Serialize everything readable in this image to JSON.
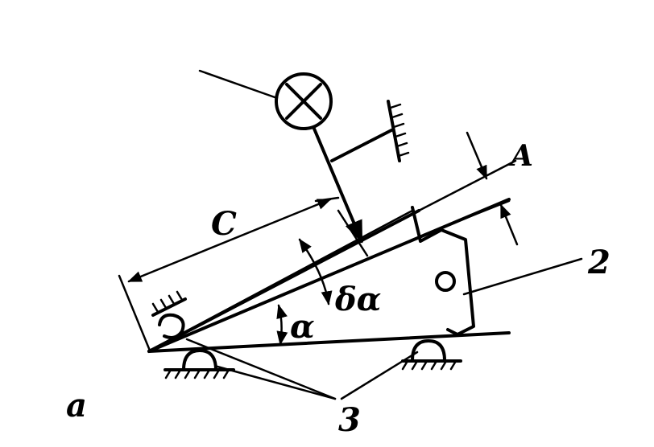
{
  "labels": {
    "dim_c": "C",
    "dim_a": "A",
    "angle": "α",
    "deviation": "δα",
    "part_2": "2",
    "supports_3": "3",
    "figure_letter": "a"
  },
  "colors": {
    "ink": "#000000",
    "paper": "#ffffff"
  },
  "icons": [
    "dial-indicator-icon",
    "hatched-support-icon",
    "roller-support-icon"
  ]
}
